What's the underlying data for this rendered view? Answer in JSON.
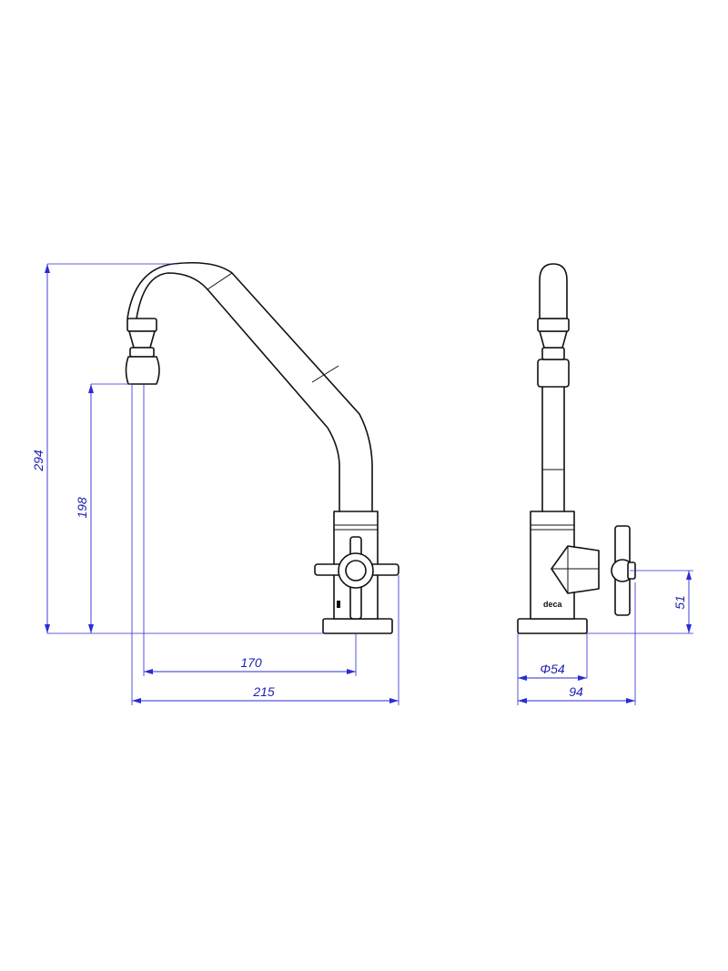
{
  "colors": {
    "outline": "#111111",
    "dimension": "#2b2bd6",
    "dimension_text": "#1f1fb0",
    "background": "#ffffff"
  },
  "brand": "deca",
  "dimensions": {
    "overall_height": "294",
    "outlet_height": "198",
    "spout_reach": "170",
    "overall_depth": "215",
    "base_diameter_symbol": "Φ",
    "base_diameter_value": "54",
    "side_depth": "94",
    "handle_height": "51"
  }
}
